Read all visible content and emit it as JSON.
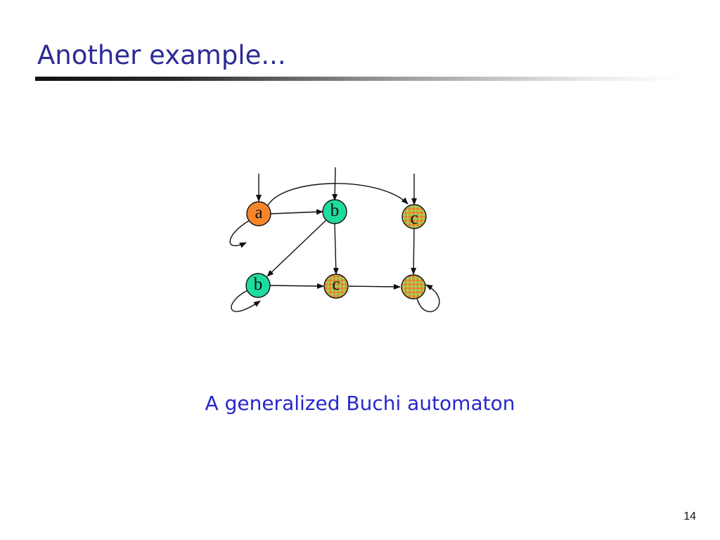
{
  "slide": {
    "title": "Another example...",
    "caption": "A generalized Buchi automaton",
    "page_number": "14"
  },
  "diagram": {
    "colors": {
      "orange": "#f7862a",
      "green": "#1fdba0",
      "check_green": "#9ed25a",
      "check_orange": "#f07e2a",
      "edge": "#111111"
    },
    "states": [
      {
        "id": "s1",
        "label": "a",
        "fill": "orange"
      },
      {
        "id": "s2",
        "label": "b",
        "fill": "green"
      },
      {
        "id": "s3",
        "label": "c",
        "fill": "checkered"
      },
      {
        "id": "s4",
        "label": "b",
        "fill": "green"
      },
      {
        "id": "s5",
        "label": "c",
        "fill": "checkered"
      },
      {
        "id": "s6",
        "label": "",
        "fill": "checkered"
      }
    ],
    "initial_states": [
      "s1",
      "s2",
      "s3"
    ],
    "transitions": [
      {
        "from": "s1",
        "to": "s1"
      },
      {
        "from": "s1",
        "to": "s2"
      },
      {
        "from": "s1",
        "to": "s3"
      },
      {
        "from": "s2",
        "to": "s4"
      },
      {
        "from": "s2",
        "to": "s5"
      },
      {
        "from": "s3",
        "to": "s6"
      },
      {
        "from": "s4",
        "to": "s4"
      },
      {
        "from": "s4",
        "to": "s5"
      },
      {
        "from": "s5",
        "to": "s6"
      },
      {
        "from": "s6",
        "to": "s6"
      }
    ]
  }
}
